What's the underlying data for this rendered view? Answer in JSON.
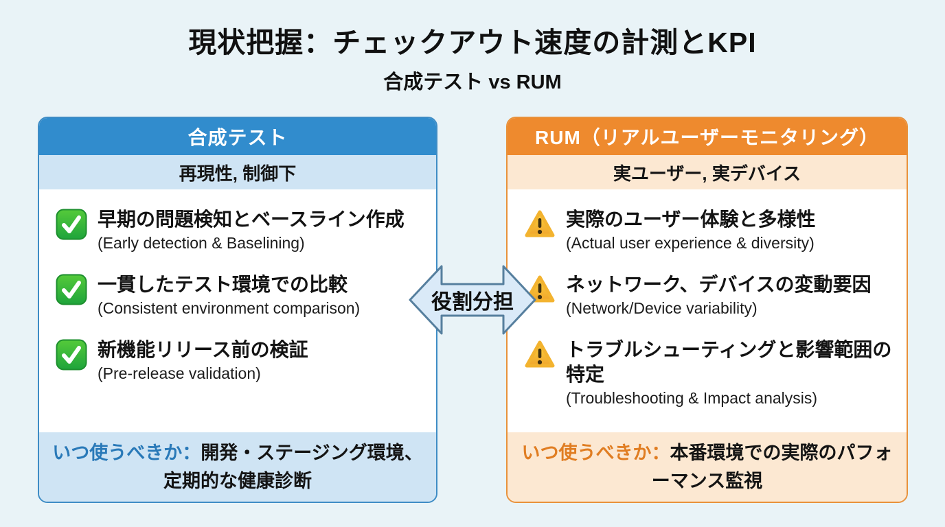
{
  "title": "現状把握：チェックアウト速度の計測とKPI",
  "subtitle": "合成テスト vs RUM",
  "arrow": {
    "label": "役割分担",
    "fill": "#daeaf8",
    "border": "#567f9e"
  },
  "left_panel": {
    "title": "合成テスト",
    "tagline": "再現性, 制御下",
    "item_icon": "check-square-icon",
    "items": [
      {
        "jp": "早期の問題検知とベースライン作成",
        "en": "(Early detection & Baselining)"
      },
      {
        "jp": "一貫したテスト環境での比較",
        "en": "(Consistent environment comparison)"
      },
      {
        "jp": "新機能リリース前の検証",
        "en": "(Pre-release validation)"
      }
    ],
    "footer_label": "いつ使うべきか：",
    "footer_text": "開発・ステージング環境、定期的な健康診断",
    "colors": {
      "header_bg": "#318ccd",
      "tint_bg": "#cfe4f4",
      "border": "#3e8cc5",
      "accent_text": "#2979b8",
      "check_green": "#2eae37"
    }
  },
  "right_panel": {
    "title": "RUM（リアルユーザーモニタリング）",
    "tagline": "実ユーザー, 実デバイス",
    "item_icon": "warning-triangle-icon",
    "items": [
      {
        "jp": "実際のユーザー体験と多様性",
        "en": "(Actual user experience & diversity)"
      },
      {
        "jp": "ネットワーク、デバイスの変動要因",
        "en": "(Network/Device variability)"
      },
      {
        "jp": "トラブルシューティングと影響範囲の特定",
        "en": "(Troubleshooting & Impact analysis)"
      }
    ],
    "footer_label": "いつ使うべきか：",
    "footer_text": "本番環境での実際のパフォーマンス監視",
    "colors": {
      "header_bg": "#ee8a2e",
      "tint_bg": "#fce8d2",
      "border": "#e8913b",
      "accent_text": "#e07d22",
      "warning_gold": "#f5bb33"
    }
  },
  "page": {
    "background": "#e9f3f7"
  }
}
